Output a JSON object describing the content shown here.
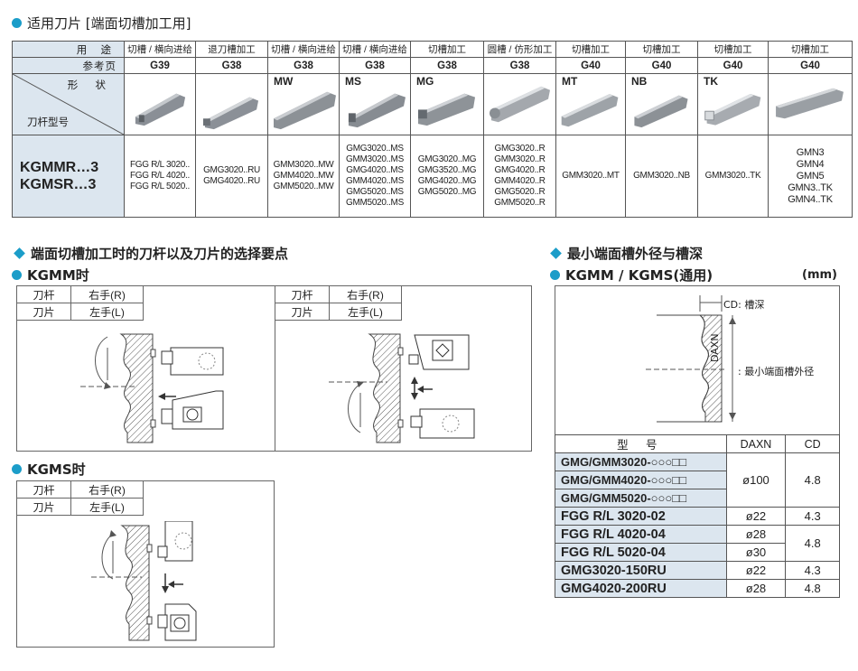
{
  "section_apply": {
    "title": "适用刀片 [端面切槽加工用]"
  },
  "table": {
    "row_use_label": "用 途",
    "row_page_label": "参考页",
    "row_shape_label": "形 状",
    "row_holder_label": "刀杆型号",
    "columns": [
      {
        "use": "切槽 / 横向进给",
        "page": "G39",
        "tag": "",
        "inserts": [
          "FGG R/L 3020..",
          "FGG R/L 4020..",
          "FGG R/L 5020.."
        ]
      },
      {
        "use": "退刀槽加工",
        "page": "G38",
        "tag": "",
        "inserts": [
          "GMG3020..RU",
          "GMG4020..RU"
        ]
      },
      {
        "use": "切槽 / 横向进给",
        "page": "G38",
        "tag": "MW",
        "inserts": [
          "GMM3020..MW",
          "GMM4020..MW",
          "GMM5020..MW"
        ]
      },
      {
        "use": "切槽 / 横向进给",
        "page": "G38",
        "tag": "MS",
        "inserts": [
          "GMG3020..MS",
          "GMM3020..MS",
          "GMG4020..MS",
          "GMM4020..MS",
          "GMG5020..MS",
          "GMM5020..MS"
        ]
      },
      {
        "use": "切槽加工",
        "page": "G38",
        "tag": "MG",
        "inserts": [
          "GMG3020..MG",
          "GMG3520..MG",
          "GMG4020..MG",
          "GMG5020..MG"
        ]
      },
      {
        "use": "圆槽 / 仿形加工",
        "page": "G38",
        "tag": "",
        "inserts": [
          "GMG3020..R",
          "GMM3020..R",
          "GMG4020..R",
          "GMM4020..R",
          "GMG5020..R",
          "GMM5020..R"
        ]
      },
      {
        "use": "切槽加工",
        "page": "G40",
        "tag": "MT",
        "inserts": [
          "GMM3020..MT"
        ]
      },
      {
        "use": "切槽加工",
        "page": "G40",
        "tag": "NB",
        "inserts": [
          "GMM3020..NB"
        ]
      },
      {
        "use": "切槽加工",
        "page": "G40",
        "tag": "TK",
        "inserts": [
          "GMM3020..TK"
        ]
      },
      {
        "use": "切槽加工",
        "page": "G40",
        "tag": "",
        "inserts": [
          "GMN3",
          "GMN4",
          "GMN5",
          "GMN3..TK",
          "GMN4..TK"
        ]
      }
    ],
    "holders": [
      "KGMMR…3",
      "KGMSR…3"
    ]
  },
  "section_select": {
    "title": "端面切槽加工时的刀杆以及刀片的选择要点"
  },
  "kgmm": {
    "title": "KGMM时",
    "left": {
      "k1": "刀杆",
      "v1": "右手(R)",
      "k2": "刀片",
      "v2": "左手(L)"
    },
    "right": {
      "k1": "刀杆",
      "v1": "右手(R)",
      "k2": "刀片",
      "v2": "左手(L)"
    }
  },
  "kgms": {
    "title": "KGMS时",
    "k1": "刀杆",
    "v1": "右手(R)",
    "k2": "刀片",
    "v2": "左手(L)"
  },
  "section_min": {
    "title": "最小端面槽外径与槽深"
  },
  "spec": {
    "title": "KGMM / KGMS(通用)",
    "unit": "(mm)",
    "cd_label": "CD: 槽深",
    "daxn_axis": "DAXN",
    "daxn_label": ": 最小端面槽外径",
    "head": {
      "model": "型 号",
      "daxn": "DAXN",
      "cd": "CD"
    },
    "rows": [
      {
        "model": "GMG/GMM3020-○○○□□",
        "daxn": "ø100",
        "cd": "4.8"
      },
      {
        "model": "GMG/GMM4020-○○○□□",
        "daxn": "",
        "cd": ""
      },
      {
        "model": "GMG/GMM5020-○○○□□",
        "daxn": "",
        "cd": ""
      },
      {
        "model": "FGG R/L 3020-02",
        "daxn": "ø22",
        "cd": "4.3"
      },
      {
        "model": "FGG R/L 4020-04",
        "daxn": "ø28",
        "cd": "4.8"
      },
      {
        "model": "FGG R/L 5020-04",
        "daxn": "ø30",
        "cd": ""
      },
      {
        "model": "GMG3020-150RU",
        "daxn": "ø22",
        "cd": "4.3"
      },
      {
        "model": "GMG4020-200RU",
        "daxn": "ø28",
        "cd": "4.8"
      }
    ]
  },
  "colors": {
    "accent": "#1b9dc9",
    "cell_blue": "#dce6ef"
  }
}
